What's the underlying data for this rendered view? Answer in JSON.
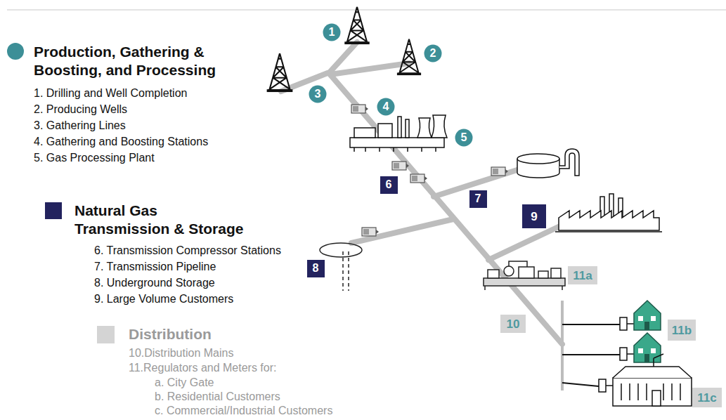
{
  "diagram": {
    "nodes": [
      {
        "text": [
          "1"
        ]
      },
      {
        "text": [
          "2"
        ]
      },
      {
        "text": [
          "3"
        ]
      },
      {
        "text": [
          "4"
        ]
      },
      {
        "text": [
          "5"
        ]
      },
      {
        "text": [
          "6"
        ]
      },
      {
        "text": [
          "7"
        ]
      },
      {
        "text": [
          "8"
        ]
      },
      {
        "text": [
          "9"
        ]
      },
      {
        "text": [
          "10"
        ]
      },
      {
        "text": [
          "11a"
        ]
      },
      {
        "text": [
          "11b"
        ]
      },
      {
        "text": [
          "11c"
        ]
      }
    ],
    "labels": [
      "1. Drilling and Well Completion",
      "2. Producing Wells",
      "3. Gathering Lines",
      "4. Gathering and Boosting Stations",
      "5. Gas Processing Plant",
      "6. Transmission Compressor Stations",
      "7. Transmission Pipeline",
      "8. Underground Storage",
      "9. Large Volume Customers",
      "10.Distribution Mains",
      "11.Regulators and Meters for:",
      "a. City Gate",
      "b. Residential Customers",
      "c. Commercial/Industrial Customers"
    ],
    "legend": [
      {
        "text": "Production, Gathering & Boosting, and Processing",
        "color": "#3d8f97"
      },
      {
        "text": "Natural Gas Transmission & Storage",
        "color": "#23235e"
      },
      {
        "text": "Distribution",
        "color": "#d4d4d4"
      }
    ]
  }
}
